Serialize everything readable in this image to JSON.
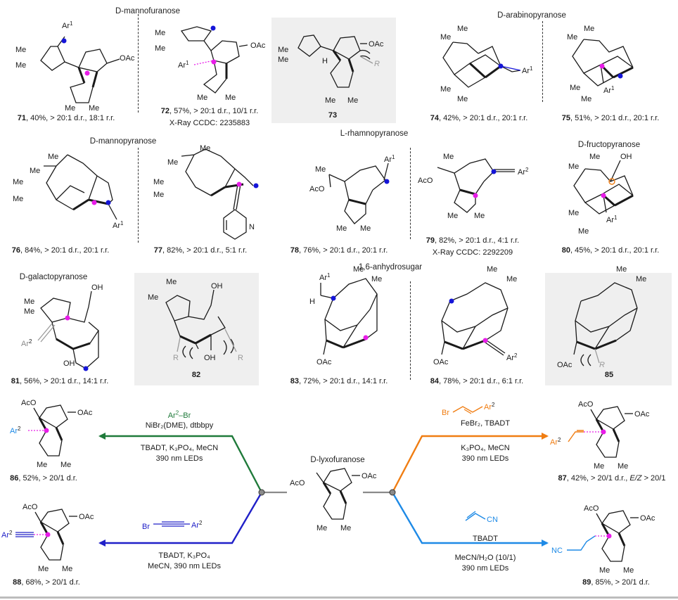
{
  "sections": {
    "mannofuranose": "D-mannofuranose",
    "arabinopyranose": "D-arabinopyranose",
    "mannopyranose": "D-mannopyranose",
    "rhamnopyranose": "L-rhamnopyranose",
    "fructopyranose": "D-fructopyranose",
    "galactopyranose": "D-galactopyranose",
    "anhydrosugar": "1,6-anhydrosugar",
    "lyxofuranose": "D-lyxofuranose"
  },
  "compounds": {
    "c71": {
      "id": "71",
      "result": ", 40%, > 20:1 d.r., 18:1 r.r."
    },
    "c72": {
      "id": "72",
      "result": ", 57%, > 20:1 d.r., 10/1 r.r.",
      "note": "X-Ray CCDC: 2235883"
    },
    "c73": {
      "id": "73"
    },
    "c74": {
      "id": "74",
      "result": ", 42%, > 20:1 d.r., 20:1 r.r."
    },
    "c75": {
      "id": "75",
      "result": ", 51%, > 20:1 d.r., 20:1 r.r."
    },
    "c76": {
      "id": "76",
      "result": ", 84%, > 20:1 d.r., 20:1 r.r."
    },
    "c77": {
      "id": "77",
      "result": ", 82%, > 20:1 d.r., 5:1 r.r."
    },
    "c78": {
      "id": "78",
      "result": ", 76%, > 20:1 d.r., 20:1 r.r."
    },
    "c79": {
      "id": "79",
      "result": ", 82%, > 20:1 d.r., 4:1 r.r.",
      "note": "X-Ray CCDC: 2292209"
    },
    "c80": {
      "id": "80",
      "result": ", 45%, > 20:1 d.r., 20:1 r.r."
    },
    "c81": {
      "id": "81",
      "result": ", 56%, > 20:1 d.r., 14:1 r.r."
    },
    "c82": {
      "id": "82"
    },
    "c83": {
      "id": "83",
      "result": ", 72%, > 20:1 d.r., 14:1 r.r."
    },
    "c84": {
      "id": "84",
      "result": ", 78%, > 20:1 d.r., 6:1 r.r."
    },
    "c85": {
      "id": "85"
    },
    "c86": {
      "id": "86",
      "result": ", 52%, > 20/1 d.r."
    },
    "c87": {
      "id": "87",
      "result": ", 42%, > 20/1 d.r., ",
      "ez": "E/Z",
      "ez_tail": " > 20/1"
    },
    "c88": {
      "id": "88",
      "result": ", 68%, > 20/1 d.r."
    },
    "c89": {
      "id": "89",
      "result": ", 85%, > 20/1 d.r."
    }
  },
  "atoms": {
    "Me": "Me",
    "O": "O",
    "OAc": "OAc",
    "AcO": "AcO",
    "H": "H",
    "OH": "OH",
    "N": "N",
    "R": "R",
    "Ar": "Ar",
    "one": "1",
    "two": "2",
    "Br": "Br",
    "CN": "CN",
    "NC": "NC"
  },
  "reactions": {
    "arylation": {
      "reagent_main": "Ar",
      "reagent_sup": "2",
      "reagent_tail": "–Br",
      "line2": "NiBr₂(DME), dtbbpy",
      "line3": "TBADT, K₃PO₄, MeCN",
      "line4": "390 nm LEDs"
    },
    "vinylation": {
      "line2": "FeBr₂, TBADT",
      "line3": "K₃PO₄, MeCN",
      "line4": "390 nm LEDs"
    },
    "alkynylation": {
      "line2": "TBADT, K₃PO₄",
      "line3": "MeCN, 390 nm LEDs"
    },
    "alkylation": {
      "line2": "TBADT",
      "line3": "MeCN/H₂O (10/1)",
      "line4": "390 nm LEDs"
    }
  },
  "colors": {
    "magenta": "#e81ce8",
    "blue": "#1515d8",
    "green": "#1f7a3a",
    "orange": "#f07d12",
    "darkblue": "#2020c8",
    "skyblue": "#1e8ae6",
    "grey": "#8a8a8a",
    "shade": "#efefef"
  }
}
